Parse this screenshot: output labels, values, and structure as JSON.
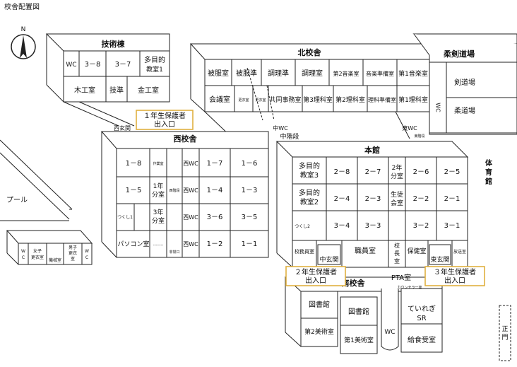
{
  "title": "校舎配置図",
  "compass": "N",
  "gijutsu": {
    "name": "技術棟",
    "wc": "WC",
    "r38": "3－8",
    "r37": "3－7",
    "tamokuteki1a": "多目的",
    "tamokuteki1b": "教室1",
    "mokko": "木工室",
    "gijun": "技準",
    "kinko": "金工室"
  },
  "kita": {
    "name": "北校舎",
    "hifuku": "被服室",
    "hifukujun": "被服準",
    "choriJun": "調理準",
    "chori": "調理室",
    "ongaku2": "第2音楽室",
    "ongakuJunbi": "音楽準備室",
    "ongaku1": "第1音楽室",
    "kaigi": "会議室",
    "koui1": "更衣室",
    "koui2": "更衣室",
    "kyodo": "共同事務室",
    "rika3": "第3理科室",
    "rika2": "第2理科室",
    "rikaJunbi": "理科準備室",
    "rika1": "第1理科室"
  },
  "jujutsu": {
    "name": "柔剣道場",
    "kendo": "剣道場",
    "judo": "柔道場",
    "wc": "WC"
  },
  "nishi": {
    "name": "西校舎",
    "r18": "1－8",
    "sakugyo": "作業室",
    "nwc1": "西WC",
    "r17": "1－7",
    "r16": "1－6",
    "r15": "1－5",
    "bun1a": "1年",
    "bun1b": "分室",
    "nishiKaidan": "西階段",
    "nwc2": "西WC",
    "r14": "1－4",
    "r13": "1－3",
    "tsukushi1": "つくし1",
    "bun3a": "3年",
    "bun3b": "分室",
    "nwc3": "西WC",
    "r36": "3－6",
    "r35": "3－5",
    "pasokon": "パソコン室",
    "dots": "--------",
    "hijoguchi": "非常口",
    "nwc4": "西WC",
    "r12": "1－2",
    "r11": "1－1"
  },
  "nishigenkan": "西玄関",
  "chuwc": "中WC",
  "chukaidan": "中階段",
  "higashiwc": "東WC",
  "higashikaidan": "東階段",
  "honkan": {
    "name": "本館",
    "tamokuteki3a": "多目的",
    "tamokuteki3b": "教室3",
    "r28": "2－8",
    "r27": "2－7",
    "bun2a": "2年",
    "bun2b": "分室",
    "r26": "2－6",
    "r25": "2－5",
    "tamokuteki2a": "多目的",
    "tamokuteki2b": "教室2",
    "r24": "2－4",
    "r23": "2－3",
    "seitoa": "生徒",
    "seitob": "会室",
    "r22": "2－2",
    "r21": "2－1",
    "tsukushi2": "つくし2",
    "r34": "3－4",
    "r33": "3－3",
    "r32": "3－2",
    "r31": "3－1",
    "kocho": "校務員室",
    "chugenkan": "中玄関",
    "shokuin": "職員室",
    "kochoa": "校",
    "kochob": "長",
    "kochoc": "室",
    "hoken": "保健室",
    "higashigenkan": "東玄関",
    "hoso": "放送室"
  },
  "taiikukan": [
    "体",
    "育",
    "館"
  ],
  "pool": "プール",
  "southwest": {
    "wc1a": "W",
    "wc1b": "C",
    "joshia": "女子",
    "joshib": "更衣室",
    "kikai": "機械室",
    "danshia": "男子",
    "danshib": "更衣",
    "danshic": "室",
    "wc2a": "W",
    "wc2b": "C"
  },
  "minami": {
    "name": "南校舎",
    "pta": "PTA室",
    "counsel": "カウンセラー室",
    "tosho1": "図書館",
    "tosho2": "図書館",
    "bijutsu2": "第2美術室",
    "bijutsu1": "第1美術室",
    "wc": "WC",
    "teirekia": "ていれぎ",
    "teirekib": "SR",
    "kyushoku": "給食受室"
  },
  "seimon": [
    "正",
    "門"
  ],
  "entrances": {
    "e1": {
      "l1": "１年生保護者",
      "l2": "出入口"
    },
    "e2": {
      "l1": "２年生保護者",
      "l2": "出入口"
    },
    "e3": {
      "l1": "３年生保護者",
      "l2": "出入口"
    }
  }
}
